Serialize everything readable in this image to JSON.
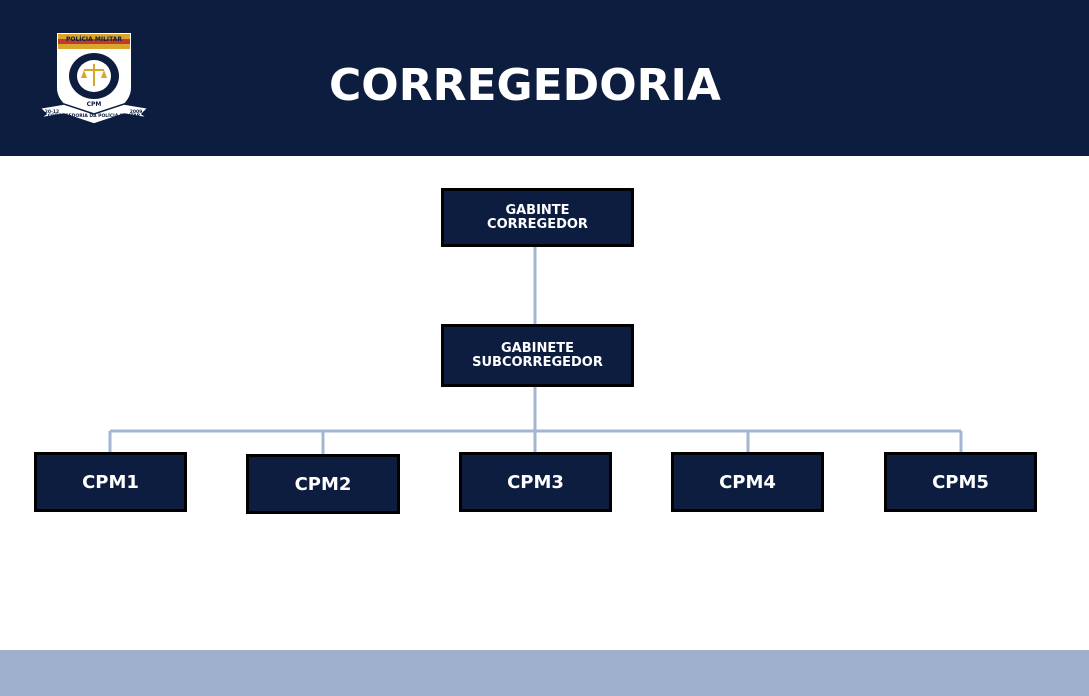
{
  "header": {
    "title": "CORREGEDORIA",
    "logo": {
      "icon": "police-badge-icon",
      "top_text": "POLÍCIA MILITAR",
      "center_text": "CPM",
      "ribbon_text": "CORREGEDORIA DA POLÍCIA MILITAR",
      "left_year": "20-12",
      "right_year": "2009"
    }
  },
  "org_chart": {
    "root": {
      "label": "GABINTE\nCORREGEDOR"
    },
    "deputy": {
      "label": "GABINETE\nSUBCORREGEDOR"
    },
    "units": [
      {
        "label": "CPM1"
      },
      {
        "label": "CPM2"
      },
      {
        "label": "CPM3"
      },
      {
        "label": "CPM4"
      },
      {
        "label": "CPM5"
      }
    ]
  },
  "colors": {
    "header_bg": "#0d1d40",
    "node_bg": "#0d1d40",
    "connector": "#a3b6d1",
    "footer_bg": "#9eb0cc"
  }
}
